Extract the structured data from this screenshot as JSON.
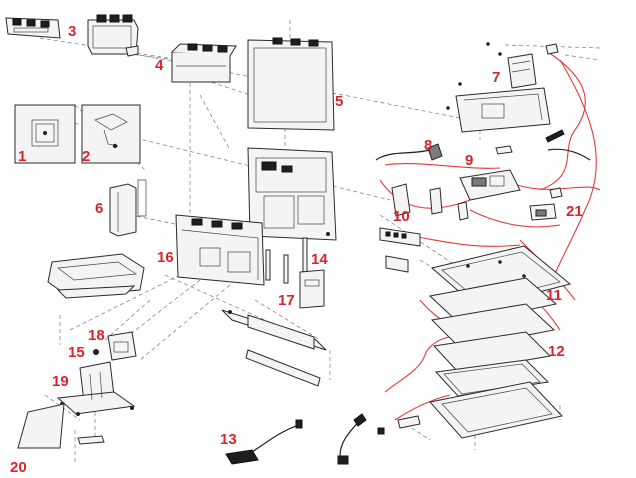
{
  "diagram": {
    "colors": {
      "callout": "#d8252d",
      "outline": "#2a2a2a",
      "wire": "#e03a3a",
      "background": "#ffffff"
    },
    "callouts": [
      {
        "id": "1",
        "label": "1"
      },
      {
        "id": "2",
        "label": "2"
      },
      {
        "id": "3",
        "label": "3"
      },
      {
        "id": "4",
        "label": "4"
      },
      {
        "id": "5",
        "label": "5"
      },
      {
        "id": "6",
        "label": "6"
      },
      {
        "id": "7",
        "label": "7"
      },
      {
        "id": "8",
        "label": "8"
      },
      {
        "id": "9",
        "label": "9"
      },
      {
        "id": "10",
        "label": "10"
      },
      {
        "id": "11",
        "label": "11"
      },
      {
        "id": "12",
        "label": "12"
      },
      {
        "id": "13",
        "label": "13"
      },
      {
        "id": "14",
        "label": "14"
      },
      {
        "id": "15",
        "label": "15"
      },
      {
        "id": "16",
        "label": "16"
      },
      {
        "id": "17",
        "label": "17"
      },
      {
        "id": "18",
        "label": "18"
      },
      {
        "id": "19",
        "label": "19"
      },
      {
        "id": "20",
        "label": "20"
      },
      {
        "id": "21",
        "label": "21"
      }
    ]
  }
}
